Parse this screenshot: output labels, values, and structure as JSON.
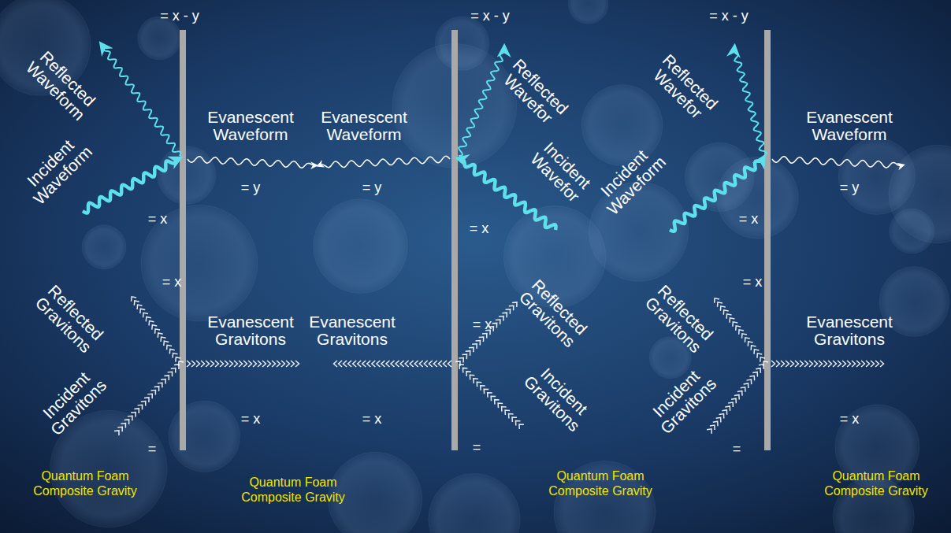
{
  "diagram": {
    "labels": [
      "= x - y",
      "Reflected Waveform",
      "Incident Waveform",
      "= x",
      "Evanescent Waveform",
      "= y",
      "= x",
      "Reflected Gravitons",
      "Evanescent Gravitons",
      "Incident Gravitons",
      "= x",
      "=",
      "Quantum Foam Composite Gravity",
      "Evanescent Waveform",
      "= y",
      "Quantum Foam Composite Gravity",
      "= x - y",
      "Reflected Wavefor",
      "Incident Wavefor",
      "= x",
      "Evanescent Gravitons",
      "= x",
      "= x",
      "Reflected Gravitons",
      "Incident Gravitons",
      "=",
      "Quantum Foam Composite Gravity",
      "= x - y",
      "Reflected Wavefor",
      "Incident Waveform",
      "= x",
      "Evanescent Waveform",
      "= y",
      "= x",
      "Reflected Gravitons",
      "Evanescent Gravitons",
      "Incident Gravitons",
      "= x",
      "=",
      "Quantum Foam Composite Gravity"
    ]
  }
}
